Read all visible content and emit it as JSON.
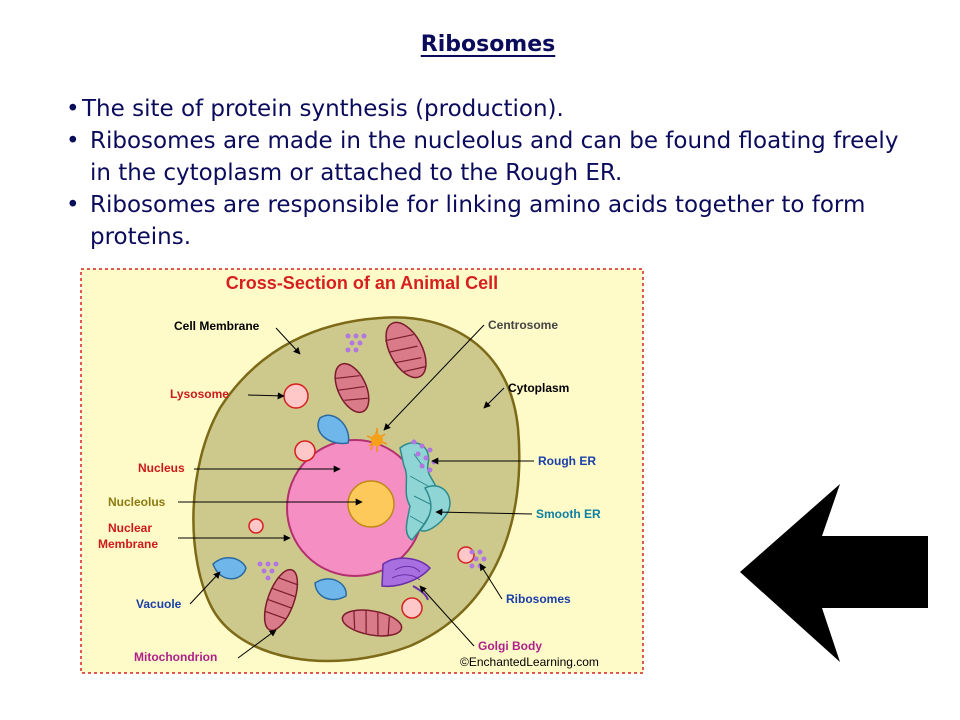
{
  "slide": {
    "title": "Ribosomes",
    "bullets": [
      "The site of protein synthesis (production).",
      "Ribosomes are made in the nucleolus and can be found floating freely in the cytoplasm or attached to the Rough ER.",
      "Ribosomes are responsible for linking amino acids together to form proteins."
    ],
    "bullet_glyph": "•"
  },
  "diagram": {
    "title": "Cross-Section of an Animal Cell",
    "credit": "©EnchantedLearning.com",
    "labels": {
      "cell_membrane": "Cell Membrane",
      "lysosome": "Lysosome",
      "nucleus": "Nucleus",
      "nucleolus": "Nucleolus",
      "nuclear_membrane_1": "Nuclear",
      "nuclear_membrane_2": "Membrane",
      "vacuole": "Vacuole",
      "mitochondrion": "Mitochondrion",
      "centrosome": "Centrosome",
      "cytoplasm": "Cytoplasm",
      "rough_er": "Rough ER",
      "smooth_er": "Smooth ER",
      "ribosomes": "Ribosomes",
      "golgi_body": "Golgi Body"
    },
    "colors": {
      "background": "#fffbc9",
      "border": "#d62020",
      "cytoplasm": "#cdc98c",
      "nucleus": "#f58ec3",
      "nucleolus": "#fcc95a",
      "lysosome": "#ffc8c8",
      "vacuole": "#6fb7ea",
      "mitochondrion": "#d97b88",
      "er": "#8fd5d6",
      "golgi": "#a76fe0",
      "ribosome": "#b276e0",
      "red_label": "#cc1a1a",
      "olive_label": "#8a7a10",
      "purple_label": "#b0208a",
      "blue_label": "#1a3ea8",
      "teal_label": "#0d7fa0"
    }
  },
  "pointer_arrow": {
    "icon": "left-arrow-icon",
    "color": "#000000"
  }
}
